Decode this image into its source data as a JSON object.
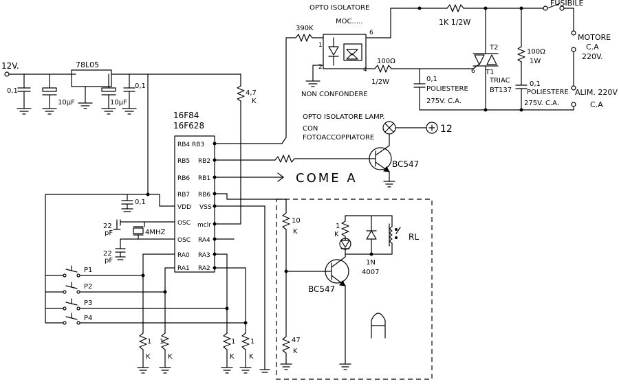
{
  "power": {
    "input": "12V.",
    "regulator": "78L05",
    "c1": "0,1",
    "c2": "10µF",
    "c3": "10µF",
    "c4": "0,1",
    "pullup_r": "4,7",
    "pullup_r_unit": "K"
  },
  "mcu": {
    "name1": "16F84",
    "name2": "16F628",
    "left_pins": [
      "RB4 RB3",
      "RB5",
      "RB6",
      "RB7",
      "VDD",
      "OSC",
      "OSC",
      "RA0",
      "RA1"
    ],
    "right_pins": [
      "RB2",
      "RB1",
      "RB6",
      "VSS",
      "mclr",
      "RA4",
      "RA3",
      "RA2"
    ],
    "decoupling_cap": "0,1"
  },
  "oscillator": {
    "crystal": "4MHZ",
    "cap1_value": "22",
    "cap1_unit": "pF",
    "cap2_value": "22",
    "cap2_unit": "pF"
  },
  "buttons": [
    {
      "label": "P1"
    },
    {
      "label": "P2"
    },
    {
      "label": "P3"
    },
    {
      "label": "P4"
    }
  ],
  "pulldowns": [
    {
      "value": "1",
      "unit": "K"
    },
    {
      "value": "1",
      "unit": "K"
    },
    {
      "value": "1",
      "unit": "K"
    },
    {
      "value": "1",
      "unit": "K"
    }
  ],
  "triac_section": {
    "opto_title": "OPTO ISOLATORE",
    "opto_model": "MOC.....",
    "r_input": "390K",
    "pin1": "1",
    "pin2": "2",
    "pin4": "4",
    "pin6": "6",
    "pin6b": "6",
    "r_gate": "100Ω",
    "r_gate_power": "1/2W",
    "r_top": "1K 1/2W",
    "cap1_value": "0,1",
    "cap1_type": "POLIESTERE",
    "cap1_voltage": "275V. C.A.",
    "triac_label": "TRIAC",
    "triac_model": "BT137",
    "t1": "T1",
    "t2": "T2",
    "r_snub": "100Ω",
    "r_snub_power": "1W",
    "cap2_value": "0,1",
    "cap2_type": "POLIESTERE",
    "cap2_voltage": "275V. C.A.",
    "fuse": "FUSIBILE",
    "motor": "MOTORE",
    "motor_ac": "C.A",
    "motor_v": "220V.",
    "supply": "ALIM. 220V",
    "supply_ac": "C.A"
  },
  "lamp_section": {
    "note1": "NON CONFONDERE",
    "note2": "OPTO ISOLATORE LAMP.",
    "note3": "CON",
    "note4": "FOTOACCOPPIATORE",
    "supply": "12",
    "transistor": "BC547"
  },
  "come_a": "COME A",
  "module_a": {
    "r_led": "1",
    "r_led_unit": "K",
    "relay": "RL",
    "diode1": "1N",
    "diode2": "4007",
    "r_base": "10",
    "r_base_unit": "K",
    "transistor": "BC547",
    "r_pulldown": "47",
    "r_pulldown_unit": "K",
    "label": "A"
  }
}
